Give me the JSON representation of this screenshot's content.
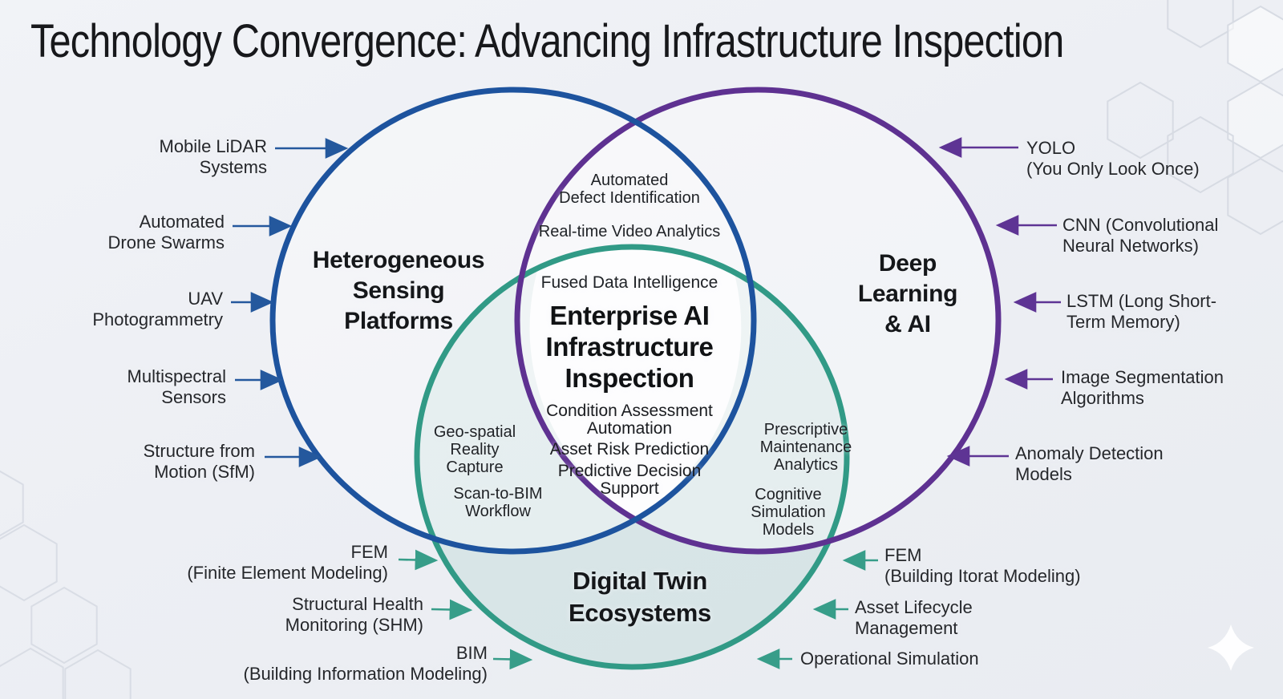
{
  "title": "Technology Convergence: Advancing Infrastructure Inspection",
  "colors": {
    "sensing_blue": "#1d539e",
    "ai_purple": "#5e3191",
    "twin_teal": "#319a86",
    "center_fill": "#fdfdfe",
    "hexagon_stroke": "#d7dbe3"
  },
  "venn": {
    "sensing_label": "Heterogeneous\nSensing\nPlatforms",
    "ai_label": "Deep\nLearning\n& AI",
    "twin_label": "Digital Twin\nEcosystems",
    "sensing_ai": [
      "Automated\nDefect Identification",
      "Real-time Video Analytics"
    ],
    "center_intro": "Fused Data Intelligence",
    "center_title": "Enterprise AI\nInfrastructure\nInspection",
    "center_items": [
      "Condition Assessment\nAutomation",
      "Asset Risk Prediction",
      "Predictive Decision\nSupport"
    ],
    "sensing_twin": [
      "Geo-spatial\nReality\nCapture",
      "Scan-to-BIM\nWorkflow"
    ],
    "ai_twin": [
      "Prescriptive\nMaintenance\nAnalytics",
      "Cognitive\nSimulation\nModels"
    ]
  },
  "callouts": {
    "sensing": [
      "Mobile LiDAR\nSystems",
      "Automated\nDrone Swarms",
      "UAV\nPhotogrammetry",
      "Multispectral\nSensors",
      "Structure from\nMotion (SfM)"
    ],
    "twin_left": [
      "FEM\n(Finite Element Modeling)",
      "Structural Health\nMonitoring (SHM)",
      "BIM\n(Building Information Modeling)"
    ],
    "ai": [
      "YOLO\n(You Only Look Once)",
      "CNN (Convolutional\nNeural Networks)",
      "LSTM (Long Short-\nTerm Memory)",
      "Image Segmentation\nAlgorithms",
      "Anomaly Detection\nModels"
    ],
    "twin_right": [
      "FEM\n(Building Itorat Modeling)",
      "Asset Lifecycle\nManagement",
      "Operational Simulation"
    ]
  }
}
